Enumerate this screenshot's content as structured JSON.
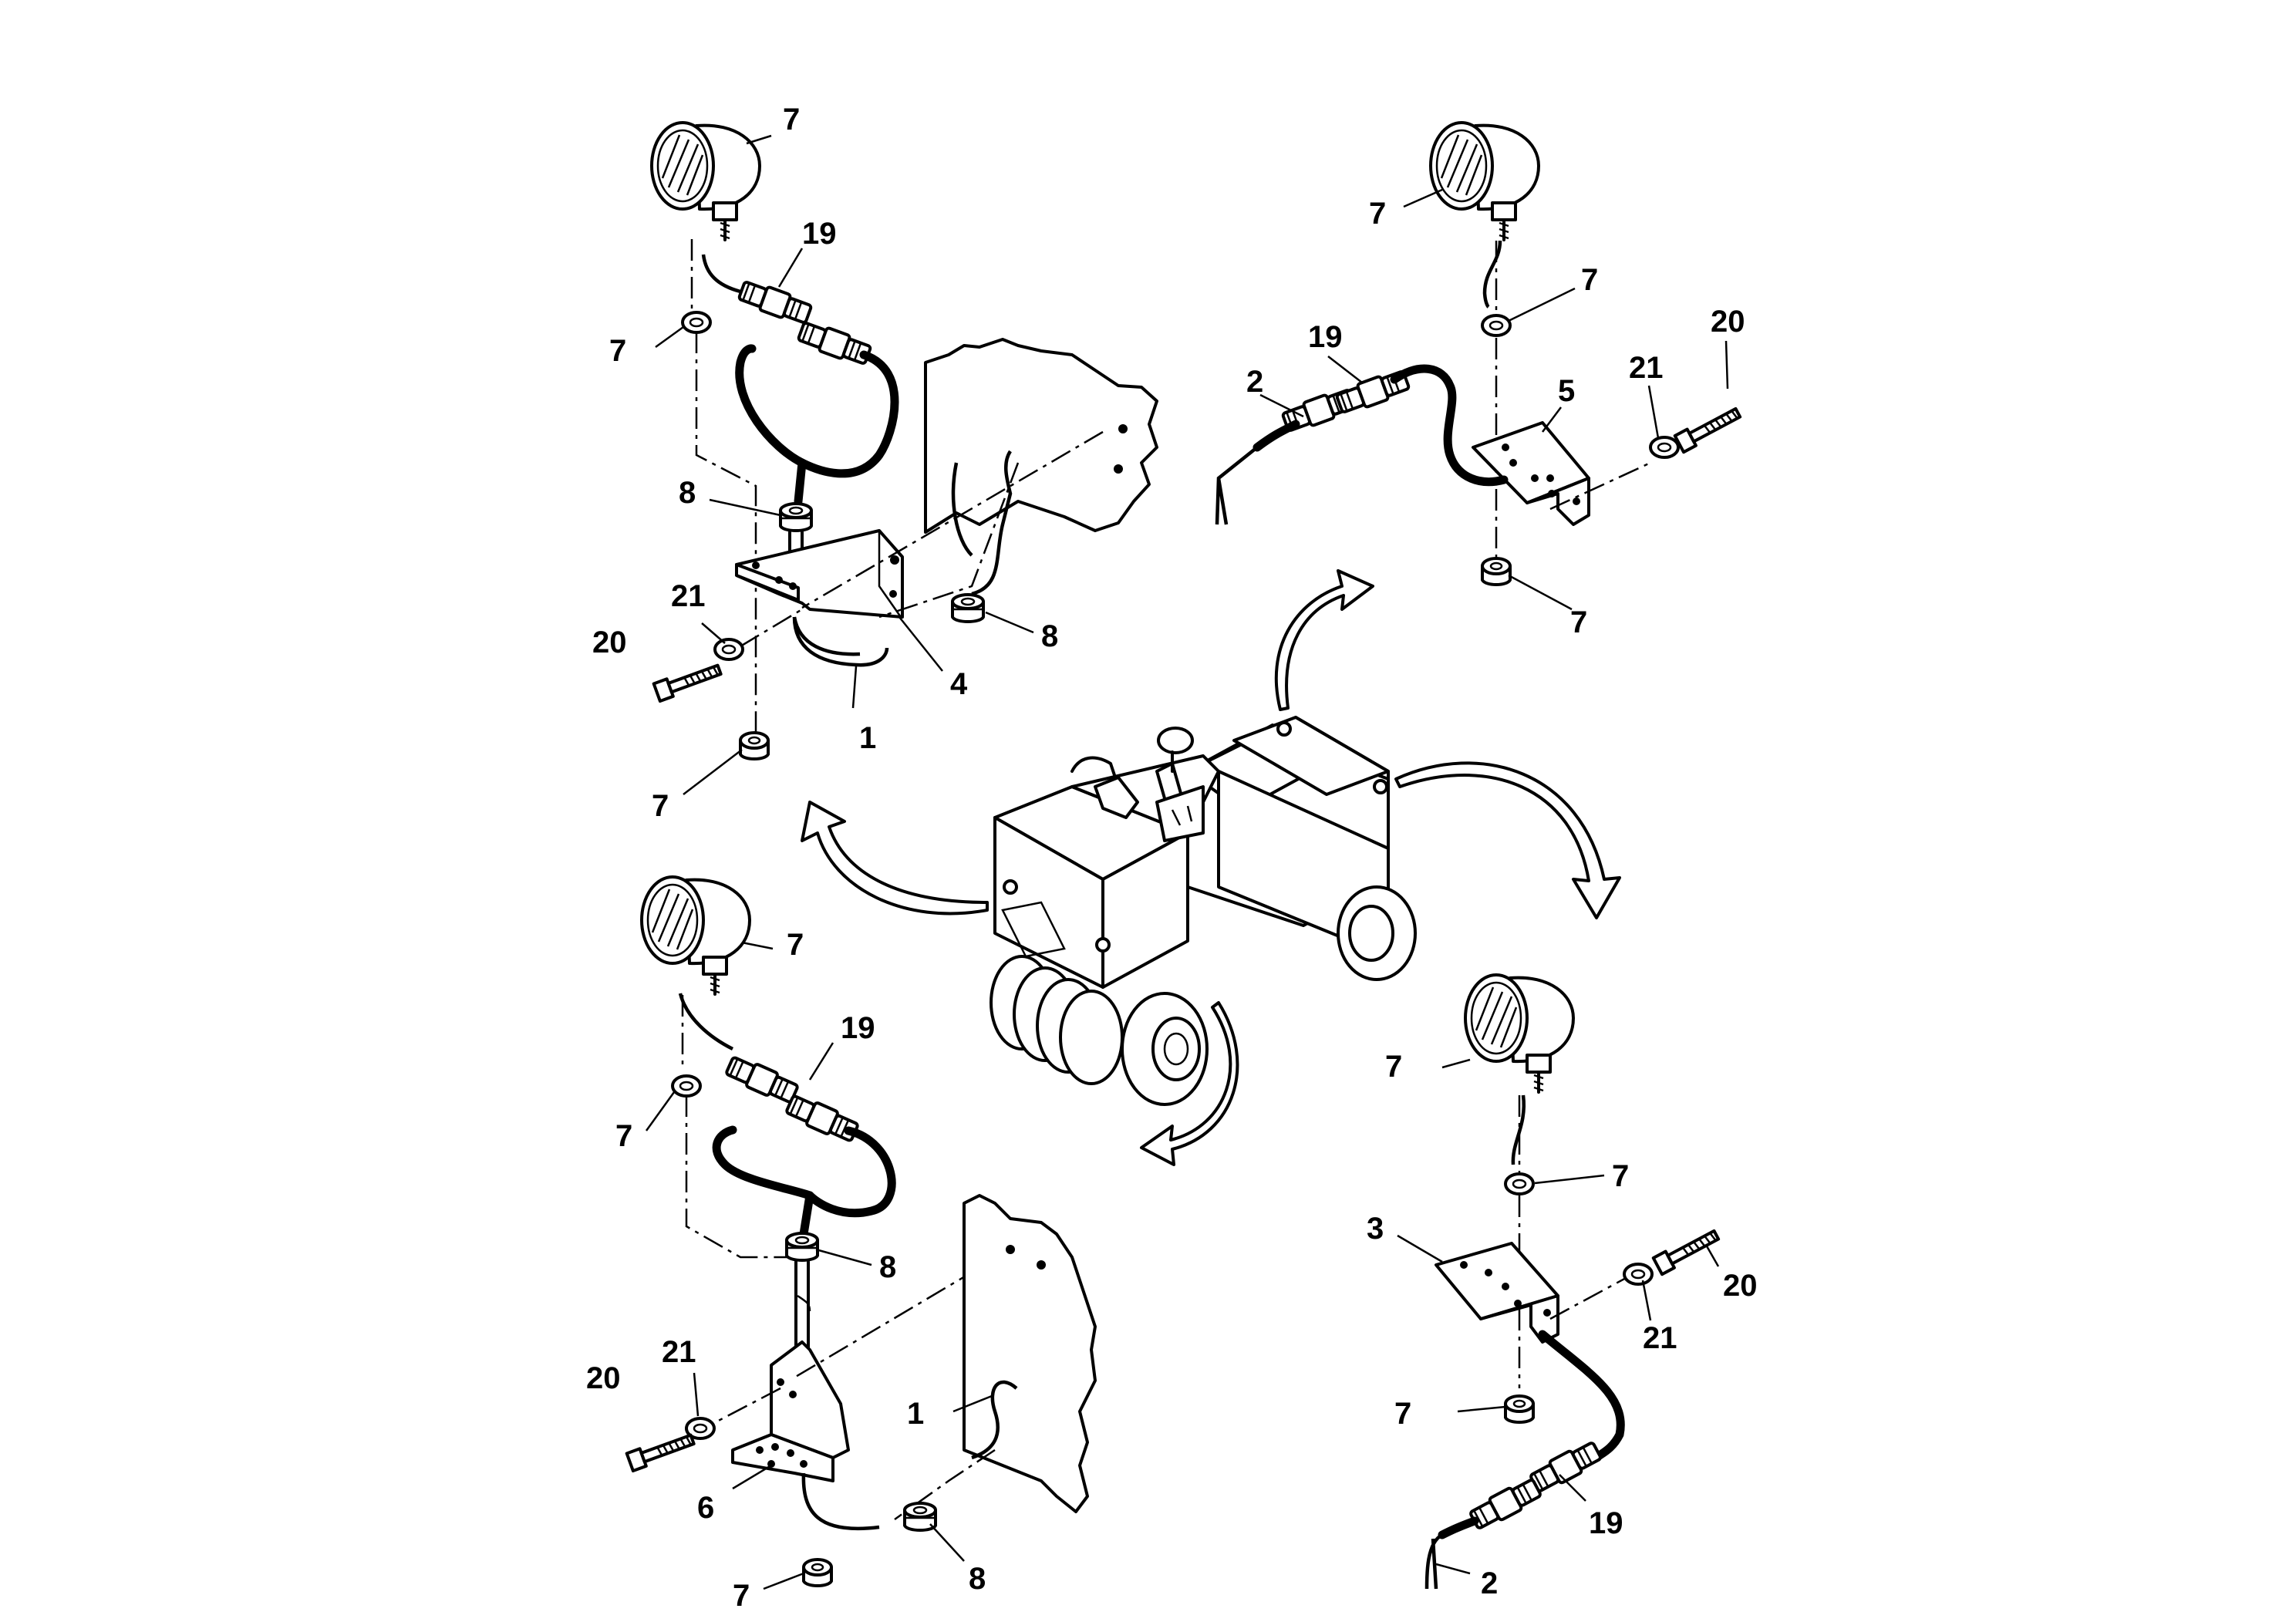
{
  "callouts": [
    {
      "id": "tl-7a",
      "text": "7"
    },
    {
      "id": "tl-19",
      "text": "19"
    },
    {
      "id": "tl-7b",
      "text": "7"
    },
    {
      "id": "tl-8a",
      "text": "8"
    },
    {
      "id": "tl-21",
      "text": "21"
    },
    {
      "id": "tl-20",
      "text": "20"
    },
    {
      "id": "tl-8b",
      "text": "8"
    },
    {
      "id": "tl-4",
      "text": "4"
    },
    {
      "id": "tl-1",
      "text": "1"
    },
    {
      "id": "tl-7c",
      "text": "7"
    },
    {
      "id": "tr-7a",
      "text": "7"
    },
    {
      "id": "tr-7b",
      "text": "7"
    },
    {
      "id": "tr-19",
      "text": "19"
    },
    {
      "id": "tr-20",
      "text": "20"
    },
    {
      "id": "tr-2",
      "text": "2"
    },
    {
      "id": "tr-5",
      "text": "5"
    },
    {
      "id": "tr-21",
      "text": "21"
    },
    {
      "id": "tr-7c",
      "text": "7"
    },
    {
      "id": "bl-7a",
      "text": "7"
    },
    {
      "id": "bl-19",
      "text": "19"
    },
    {
      "id": "bl-7b",
      "text": "7"
    },
    {
      "id": "bl-8a",
      "text": "8"
    },
    {
      "id": "bl-21",
      "text": "21"
    },
    {
      "id": "bl-20",
      "text": "20"
    },
    {
      "id": "bl-1",
      "text": "1"
    },
    {
      "id": "bl-6",
      "text": "6"
    },
    {
      "id": "bl-7c",
      "text": "7"
    },
    {
      "id": "bl-8b",
      "text": "8"
    },
    {
      "id": "br-7a",
      "text": "7"
    },
    {
      "id": "br-7b",
      "text": "7"
    },
    {
      "id": "br-3",
      "text": "3"
    },
    {
      "id": "br-20",
      "text": "20"
    },
    {
      "id": "br-21",
      "text": "21"
    },
    {
      "id": "br-7c",
      "text": "7"
    },
    {
      "id": "br-19",
      "text": "19"
    },
    {
      "id": "br-2",
      "text": "2"
    }
  ]
}
